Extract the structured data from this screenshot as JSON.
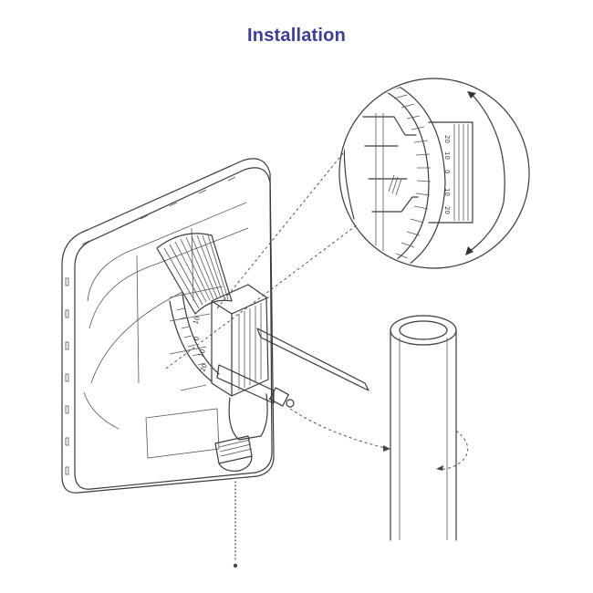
{
  "title": "Installation",
  "scale_labels": {
    "zoom_top": "20",
    "zoom_upper": "10",
    "zoom_center": "0",
    "zoom_lower": "10",
    "zoom_bottom": "20",
    "bracket_upper": "10",
    "bracket_mid": "0",
    "bracket_lower": "10",
    "bracket_bottom": "20"
  },
  "colors": {
    "title": "#3b3f9a",
    "line": "#3a3a3a"
  }
}
